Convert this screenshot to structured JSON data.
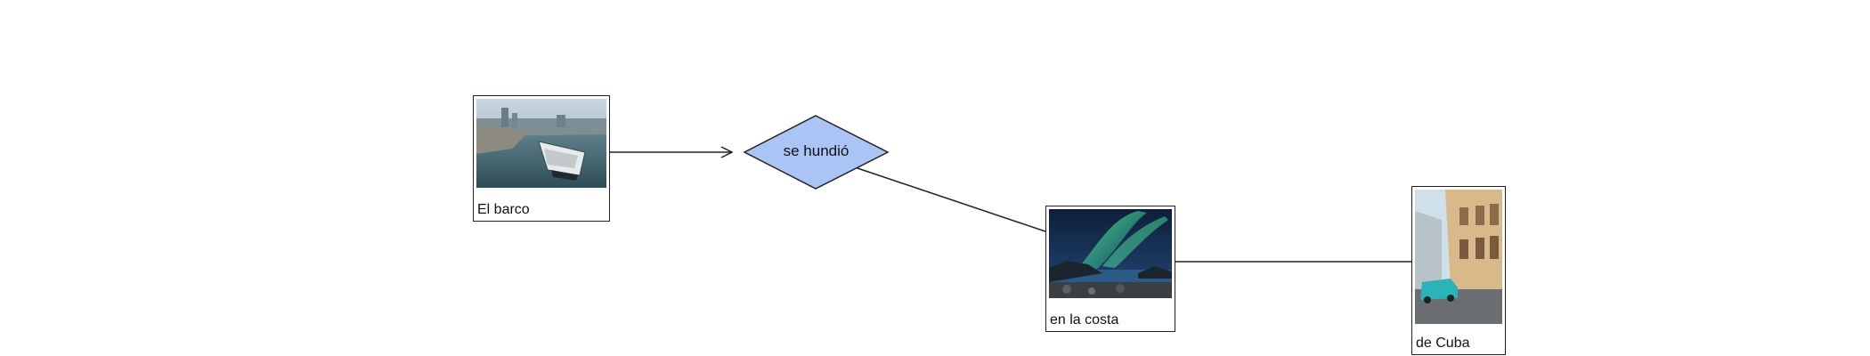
{
  "diagram": {
    "nodes": [
      {
        "id": "barco",
        "type": "image-node",
        "caption": "El barco",
        "image": "ship-in-harbor"
      },
      {
        "id": "hundio",
        "type": "decision",
        "label": "se hundió",
        "fill": "#a9c4f5"
      },
      {
        "id": "costa",
        "type": "image-node",
        "caption": "en la costa",
        "image": "aurora-over-coast"
      },
      {
        "id": "cuba",
        "type": "image-node",
        "caption": "de Cuba",
        "image": "havana-street-with-classic-car"
      }
    ],
    "edges": [
      {
        "from": "barco",
        "to": "hundio",
        "arrow": true
      },
      {
        "from": "hundio",
        "to": "costa",
        "arrow": false
      },
      {
        "from": "costa",
        "to": "cuba",
        "arrow": false
      }
    ],
    "colors": {
      "stroke": "#222222",
      "decision_fill": "#a9c4f5"
    }
  }
}
